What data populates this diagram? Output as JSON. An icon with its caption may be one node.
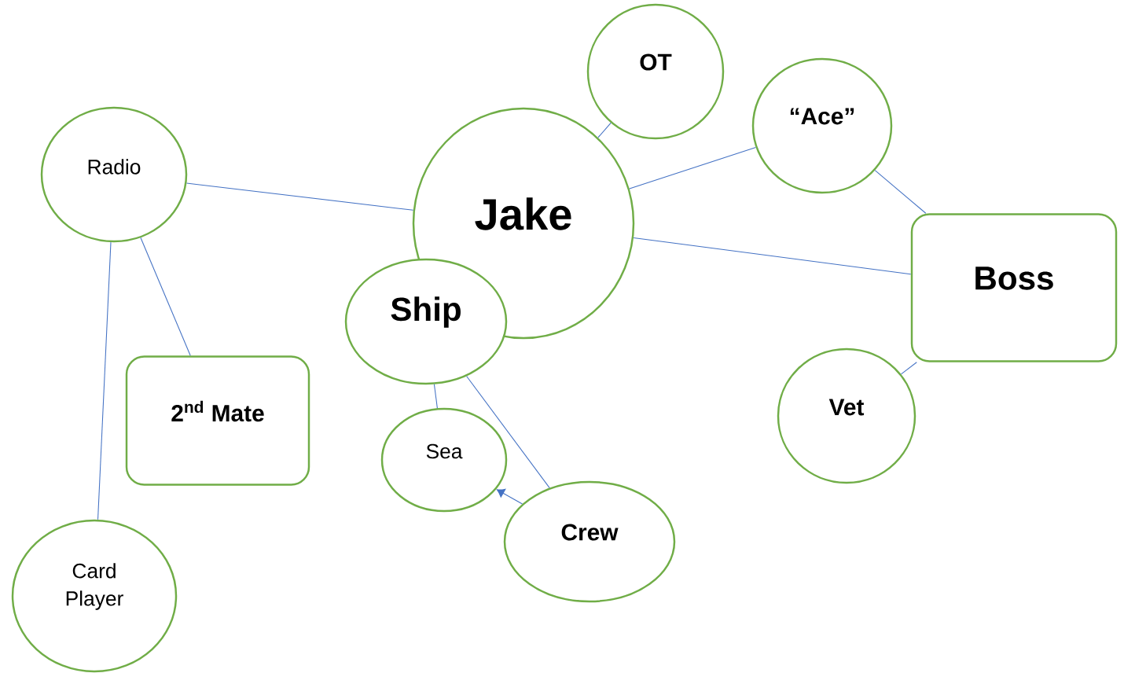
{
  "diagram": {
    "nodes": [
      {
        "text": [
          "Radio"
        ]
      },
      {
        "text": [
          "Jake"
        ]
      },
      {
        "text": [
          "OT"
        ]
      },
      {
        "text": [
          "“Ace”"
        ]
      },
      {
        "text": [
          "Boss"
        ]
      },
      {
        "text": [
          "Ship"
        ]
      },
      {
        "text": [
          "2$^{nd}$ Mate"
        ]
      },
      {
        "text": [
          "Sea"
        ]
      },
      {
        "text": [
          "Crew"
        ]
      },
      {
        "text": [
          "Vet"
        ]
      },
      {
        "text": [
          "Card Player"
        ]
      }
    ],
    "edges": [
      {
        "from": 0,
        "to": 1,
        "arrow": "none"
      },
      {
        "from": 0,
        "to": 10,
        "arrow": "none"
      },
      {
        "from": 0,
        "to": 6,
        "arrow": "none"
      },
      {
        "from": 2,
        "to": 1,
        "arrow": "none"
      },
      {
        "from": 3,
        "to": 1,
        "arrow": "none"
      },
      {
        "from": 3,
        "to": 4,
        "arrow": "none"
      },
      {
        "from": 1,
        "to": 4,
        "arrow": "none"
      },
      {
        "from": 4,
        "to": 9,
        "arrow": "none"
      },
      {
        "from": 5,
        "to": 7,
        "arrow": "none"
      },
      {
        "from": 5,
        "to": 8,
        "arrow": "none"
      },
      {
        "from": 8,
        "to": 7,
        "arrow": "to"
      }
    ]
  }
}
